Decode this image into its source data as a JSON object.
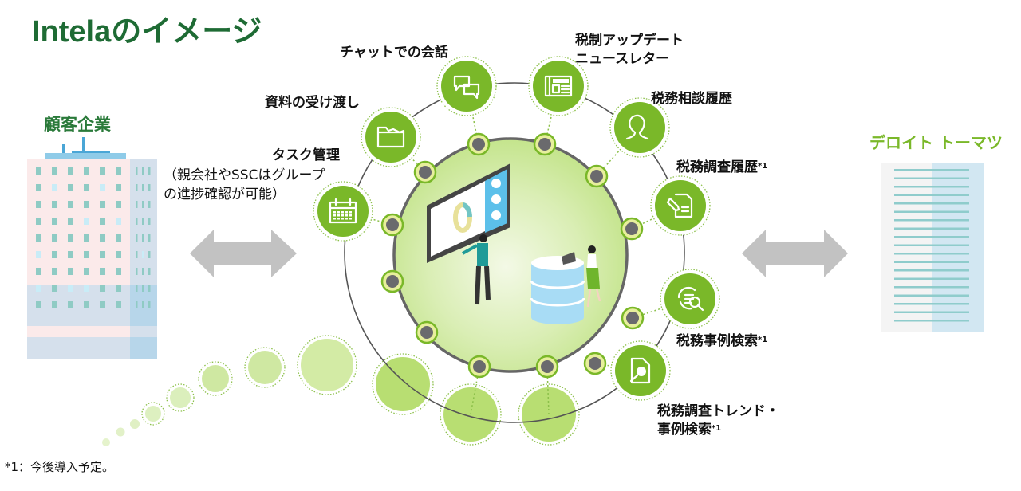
{
  "title": "Intelaのイメージ",
  "client": {
    "label": "顧客企業"
  },
  "provider": {
    "label": "デロイト トーマツ"
  },
  "features": [
    {
      "id": "chat",
      "label": "チャットでの会話",
      "note": "",
      "icon": "chat-bubbles-icon"
    },
    {
      "id": "newsletter",
      "label_lines": [
        "税制アップデート",
        "ニュースレター"
      ],
      "note": "",
      "icon": "newspaper-icon"
    },
    {
      "id": "consultation-history",
      "label": "税務相談履歴",
      "note": "",
      "icon": "person-icon"
    },
    {
      "id": "research-history",
      "label": "税務調査履歴",
      "note": "*1",
      "icon": "document-edit-icon"
    },
    {
      "id": "case-search",
      "label": "税務事例検索",
      "note": "*1",
      "icon": "refresh-search-icon"
    },
    {
      "id": "trend-search",
      "label_lines": [
        "税務調査トレンド・",
        "事例検索"
      ],
      "note": "*1",
      "icon": "document-search-icon"
    },
    {
      "id": "file-exchange",
      "label": "資料の受け渡し",
      "note": "",
      "icon": "folder-icon"
    },
    {
      "id": "task-management",
      "label": "タスク管理",
      "sub_lines": [
        "（親会社やSSCはグループ",
        "の進捗確認が可能）"
      ],
      "note": "",
      "icon": "calendar-icon"
    }
  ],
  "footnote": "*1：今後導入予定。",
  "colors": {
    "title_green": "#1e6b34",
    "node_green": "#7ab829",
    "inner_circle": "#cfe8a6",
    "empty_node": "#b8de72",
    "arrow_gray": "#c2c2c2",
    "deloitte_green": "#7ab829"
  }
}
